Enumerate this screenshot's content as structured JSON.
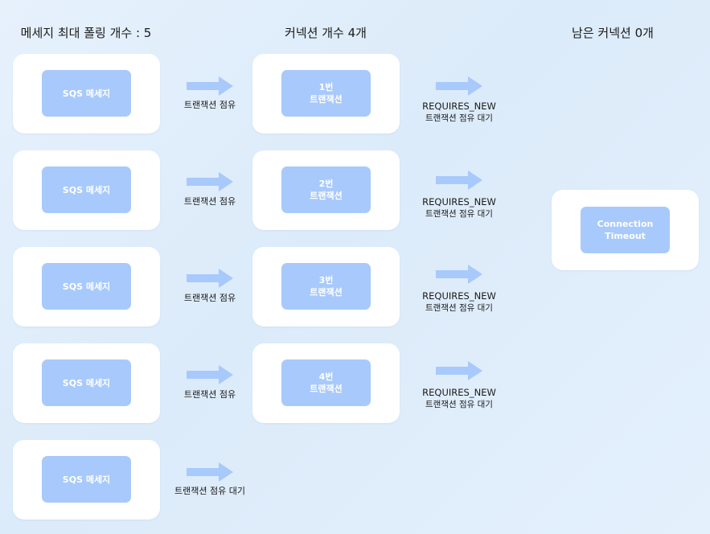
{
  "headers": {
    "messages": "메세지 최대 폴링 개수 : 5",
    "connections": "커넥션 개수 4개",
    "remaining": "남은 커넥션 0개"
  },
  "sqs_label": "SQS 메세지",
  "occupy_label": "트랜잭션 점유",
  "wait_label": "트랜잭션 점유 대기",
  "requires_new": "REQUIRES_NEW",
  "transactions": [
    "1번\n트랜잭션",
    "2번\n트랜잭션",
    "3번\n트랜잭션",
    "4번\n트랜잭션"
  ],
  "timeout_label": "Connection\nTimeout",
  "colors": {
    "box": "#a8c9fb",
    "arrow": "#a8c9fb",
    "card": "#ffffff"
  }
}
